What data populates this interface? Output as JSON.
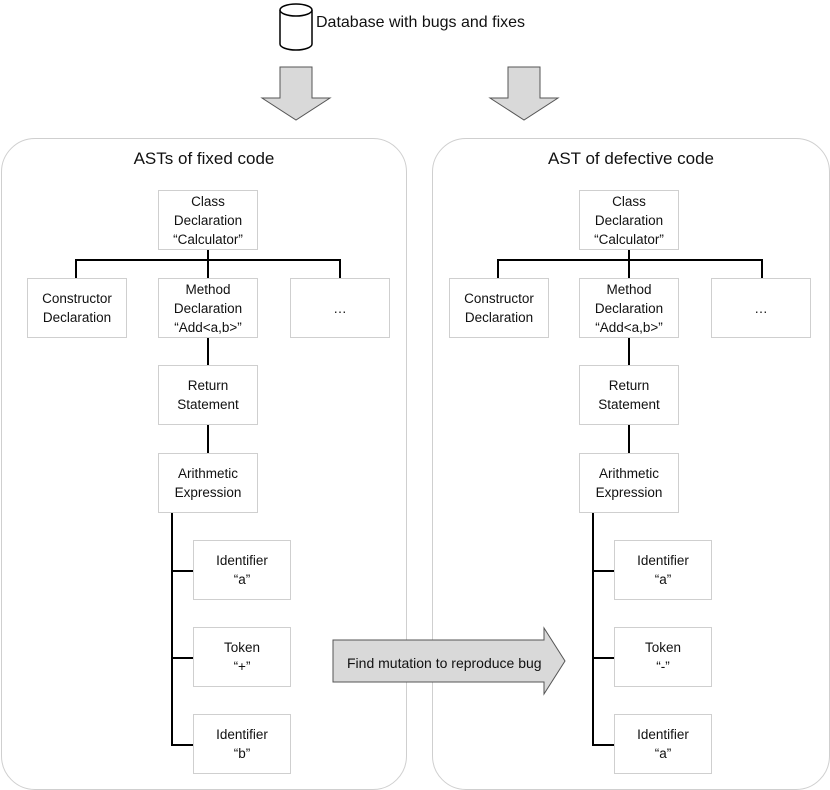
{
  "database": {
    "label": "Database with bugs and fixes"
  },
  "mutation": {
    "label": "Find mutation to reproduce bug"
  },
  "left": {
    "title": "ASTs of fixed code",
    "class_decl": [
      "Class",
      "Declaration",
      "“Calculator”"
    ],
    "constructor": [
      "Constructor",
      "Declaration"
    ],
    "method": [
      "Method",
      "Declaration",
      "“Add<a,b>”"
    ],
    "ellipsis": "…",
    "return_stmt": [
      "Return",
      "Statement"
    ],
    "arith": [
      "Arithmetic",
      "Expression"
    ],
    "id1": [
      "Identifier",
      "“a”"
    ],
    "token": [
      "Token",
      "“+”"
    ],
    "id2": [
      "Identifier",
      "“b”"
    ]
  },
  "right": {
    "title": "AST of defective code",
    "class_decl": [
      "Class",
      "Declaration",
      "“Calculator”"
    ],
    "constructor": [
      "Constructor",
      "Declaration"
    ],
    "method": [
      "Method",
      "Declaration",
      "“Add<a,b>”"
    ],
    "ellipsis": "…",
    "return_stmt": [
      "Return",
      "Statement"
    ],
    "arith": [
      "Arithmetic",
      "Expression"
    ],
    "id1": [
      "Identifier",
      "“a”"
    ],
    "token": [
      "Token",
      "“-”"
    ],
    "id2": [
      "Identifier",
      "“a”"
    ]
  }
}
